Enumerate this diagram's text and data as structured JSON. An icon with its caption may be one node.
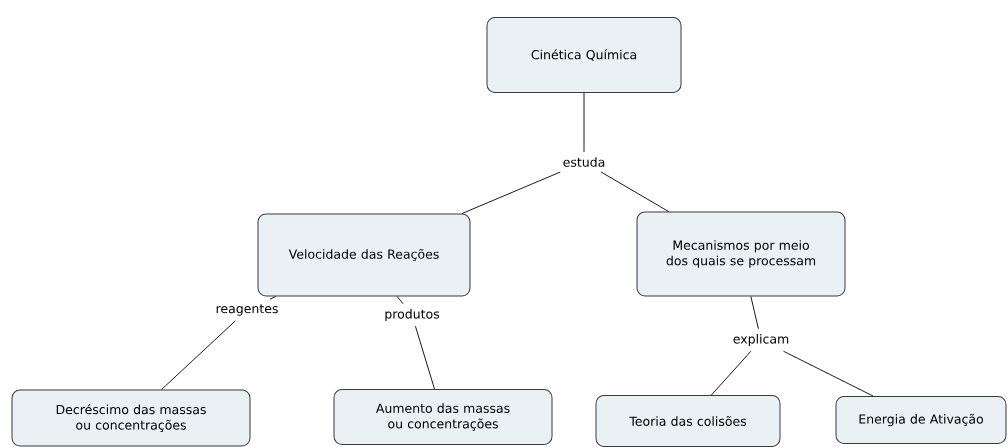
{
  "diagram": {
    "nodes": [
      {
        "text": [
          "Cinética Química"
        ]
      },
      {
        "text": [
          "estuda"
        ]
      },
      {
        "text": [
          "Velocidade das Reações"
        ]
      },
      {
        "text": [
          "Mecanismos por meio dos quais se processam"
        ]
      },
      {
        "text": [
          "reagentes"
        ]
      },
      {
        "text": [
          "produtos"
        ]
      },
      {
        "text": [
          "explicam"
        ]
      },
      {
        "text": [
          "Decréscimo das massas ou concentrações"
        ]
      },
      {
        "text": [
          "Aumento das massas ou concentrações"
        ]
      },
      {
        "text": [
          "Teoria das colisões"
        ]
      },
      {
        "text": [
          "Energia de Ativação"
        ]
      }
    ],
    "edges": [
      {
        "from": 0,
        "to": 1,
        "arrow": "none"
      },
      {
        "from": 1,
        "to": 2,
        "arrow": "none"
      },
      {
        "from": 1,
        "to": 3,
        "arrow": "none"
      },
      {
        "from": 2,
        "to": 4,
        "arrow": "none"
      },
      {
        "from": 4,
        "to": 7,
        "arrow": "none"
      },
      {
        "from": 2,
        "to": 5,
        "arrow": "none"
      },
      {
        "from": 5,
        "to": 8,
        "arrow": "none"
      },
      {
        "from": 3,
        "to": 6,
        "arrow": "none"
      },
      {
        "from": 6,
        "to": 9,
        "arrow": "none"
      },
      {
        "from": 6,
        "to": 10,
        "arrow": "none"
      }
    ]
  }
}
